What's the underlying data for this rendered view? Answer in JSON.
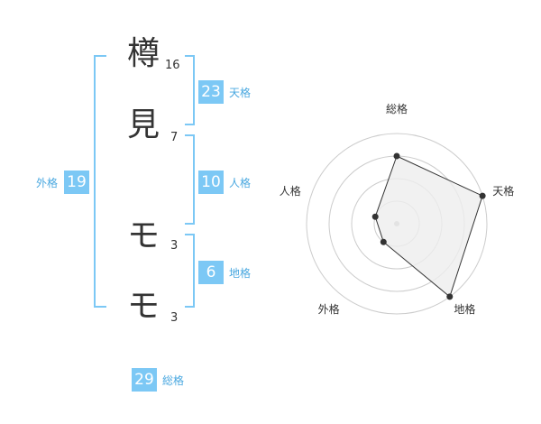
{
  "name_chars": [
    {
      "char": "樽",
      "strokes": "16"
    },
    {
      "char": "見",
      "strokes": "7"
    },
    {
      "char": "モ",
      "strokes": "3"
    },
    {
      "char": "モ",
      "strokes": "3"
    }
  ],
  "kakusu": {
    "tenkaku": {
      "value": "23",
      "label": "天格"
    },
    "jinkaku": {
      "value": "10",
      "label": "人格"
    },
    "chikaku": {
      "value": "6",
      "label": "地格"
    },
    "gaikaku": {
      "value": "19",
      "label": "外格"
    },
    "soukaku": {
      "value": "29",
      "label": "総格"
    }
  },
  "colors": {
    "accent": "#7cc8f5",
    "accent_text": "#4aa8e0",
    "line": "#333333",
    "ring": "#cccccc",
    "fill": "#eeeeee"
  },
  "chart_data": {
    "type": "radar",
    "categories": [
      "総格",
      "天格",
      "地格",
      "外格",
      "人格"
    ],
    "values": [
      3,
      4,
      4,
      1,
      1
    ],
    "rlim": [
      0,
      4
    ]
  }
}
